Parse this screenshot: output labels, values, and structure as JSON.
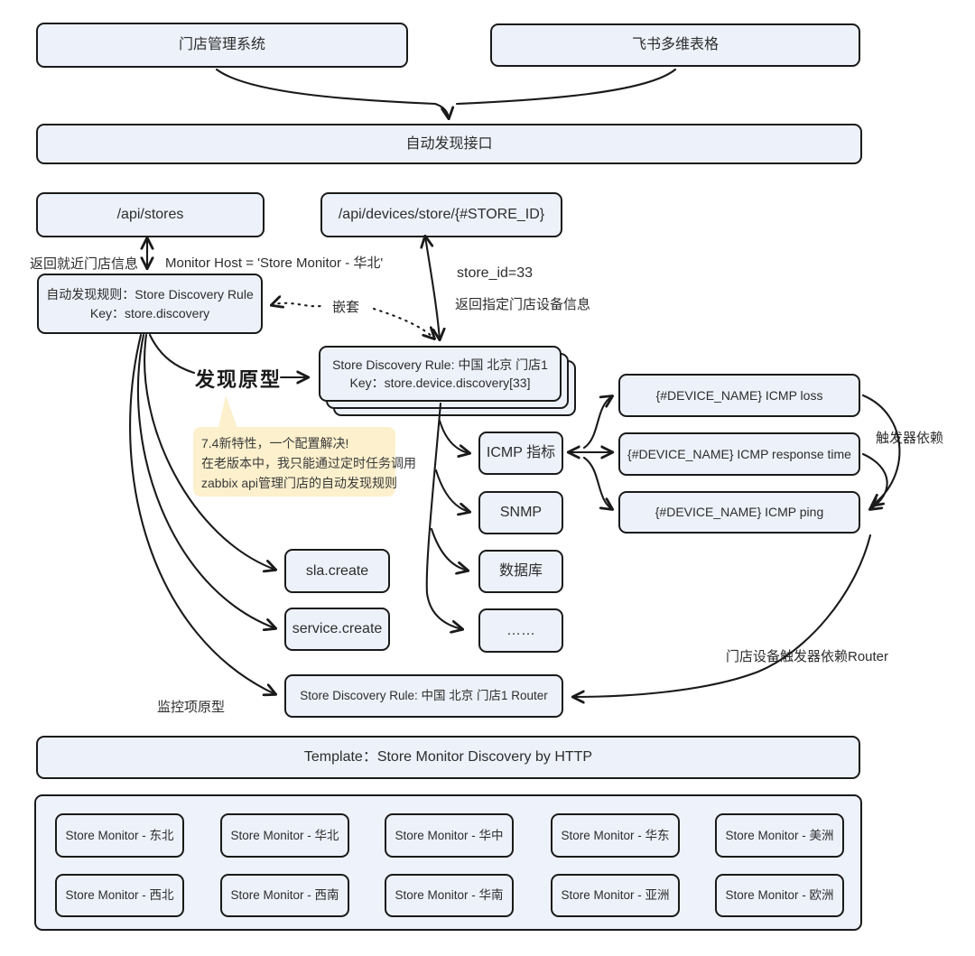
{
  "diagram": {
    "top": {
      "store_system": "门店管理系统",
      "feishu": "飞书多维表格",
      "gateway": "自动发现接口"
    },
    "api": {
      "stores": "/api/stores",
      "devices": "/api/devices/store/{#STORE_ID}"
    },
    "labels": {
      "return_nearby": "返回就近门店信息",
      "monitor_host": "Monitor Host = 'Store Monitor - 华北'",
      "store_id": "store_id=33",
      "return_devices": "返回指定门店设备信息",
      "nested": "嵌套",
      "discovery_prototype": "发现原型",
      "trigger_dependency": "触发器依赖",
      "item_prototype": "监控项原型",
      "router_dependency": "门店设备触发器依赖Router"
    },
    "rule_box": {
      "line1": "自动发现规则：Store Discovery Rule",
      "line2": "Key：store.discovery"
    },
    "stacked_box": {
      "line1": "Store Discovery Rule: 中国 北京 门店1",
      "line2": "Key：store.device.discovery[33]"
    },
    "note": {
      "line1": "7.4新特性，一个配置解决!",
      "line2": "在老版本中，我只能通过定时任务调用",
      "line3": "zabbix api管理门店的自动发现规则"
    },
    "metric_boxes": [
      "ICMP 指标",
      "SNMP",
      "数据库",
      "……"
    ],
    "item_boxes": [
      "{#DEVICE_NAME} ICMP loss",
      "{#DEVICE_NAME} ICMP response time",
      "{#DEVICE_NAME} ICMP ping"
    ],
    "api_calls": [
      "sla.create",
      "service.create"
    ],
    "router_box": "Store Discovery Rule: 中国 北京 门店1 Router",
    "template_box": "Template：Store Monitor Discovery by HTTP",
    "monitors": [
      "Store Monitor - 东北",
      "Store Monitor - 华北",
      "Store Monitor - 华中",
      "Store Monitor - 华东",
      "Store Monitor - 美洲",
      "Store Monitor - 西北",
      "Store Monitor - 西南",
      "Store Monitor - 华南",
      "Store Monitor - 亚洲",
      "Store Monitor - 欧洲"
    ],
    "colors": {
      "box_fill": "#edf1f9",
      "box_border": "#1a1a1a",
      "note_fill": "#fcf0cd",
      "text": "#2d2d2d"
    }
  }
}
